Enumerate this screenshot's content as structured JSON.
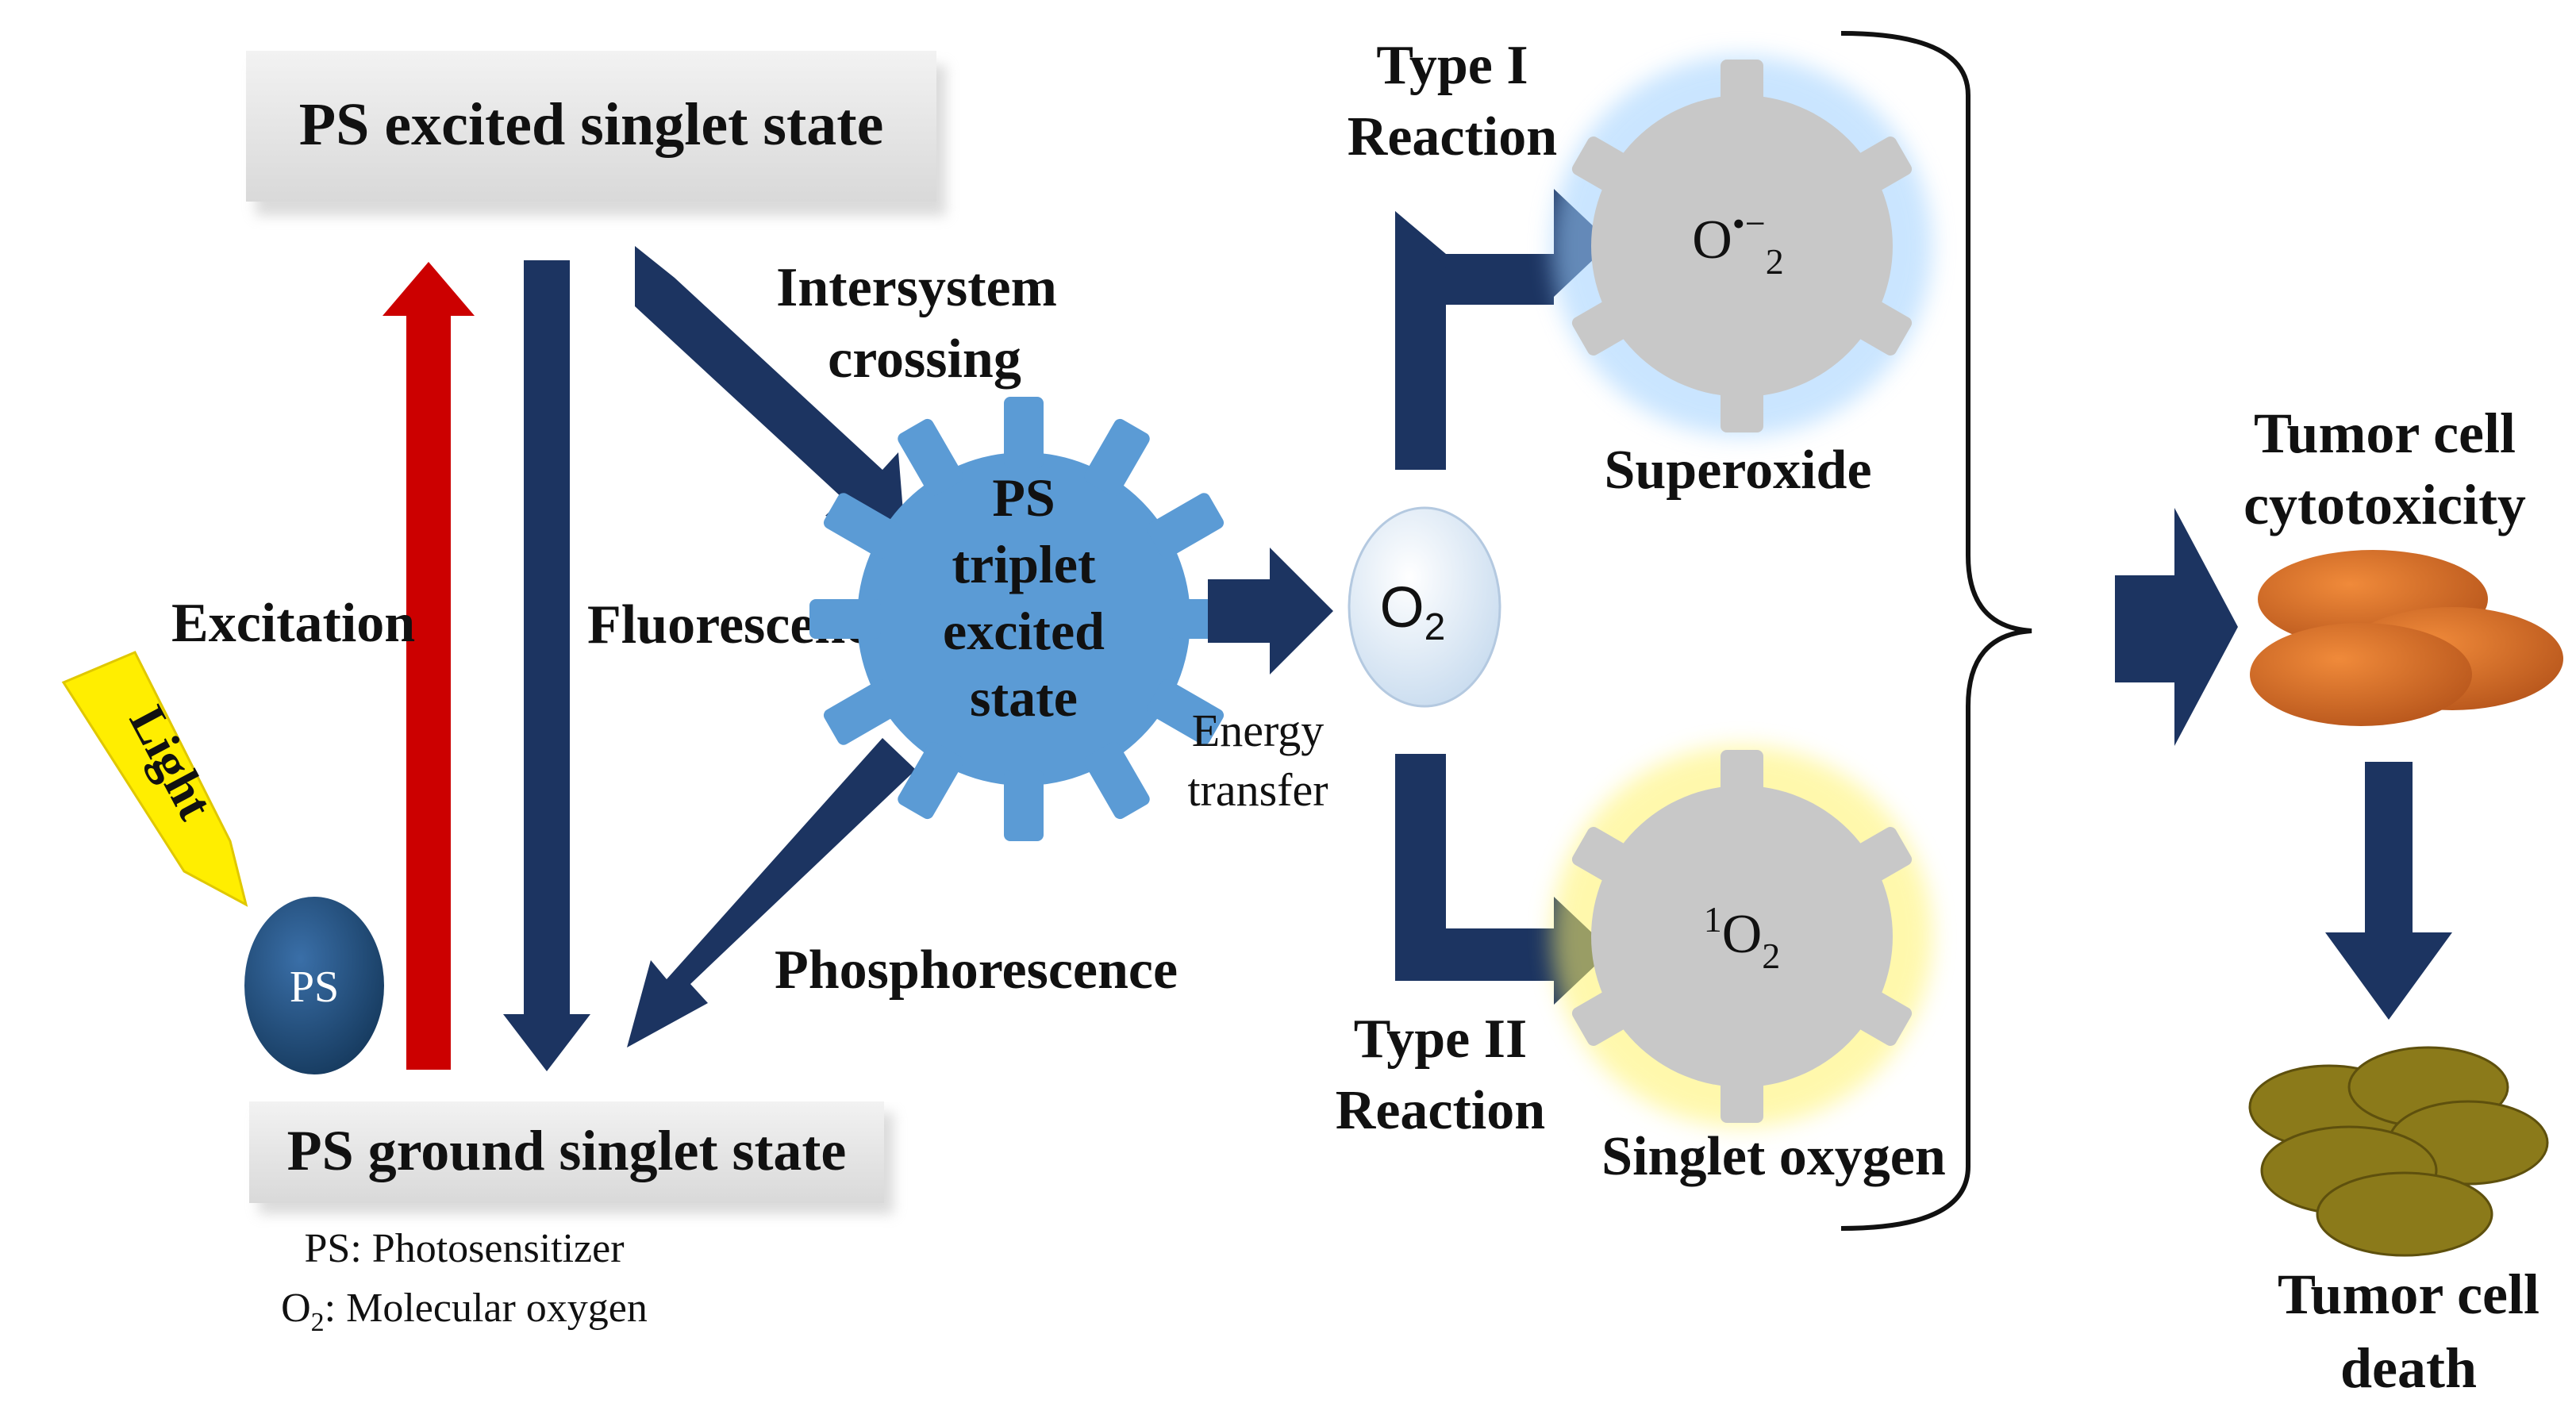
{
  "states": {
    "excited_singlet": "PS excited singlet state",
    "ground_singlet": "PS ground singlet state",
    "triplet_line1": "PS",
    "triplet_line2": "triplet",
    "triplet_line3": "excited",
    "triplet_line4": "state"
  },
  "processes": {
    "excitation": "Excitation",
    "fluorescence": "Fluorescence",
    "isc_line1": "Intersystem",
    "isc_line2": "crossing",
    "phosphorescence": "Phosphorescence",
    "energy_line1": "Energy",
    "energy_line2": "transfer",
    "light": "Light"
  },
  "molecules": {
    "ps": "PS",
    "o2": "O",
    "o2_sub": "2",
    "superoxide_base": "O",
    "superoxide_sup": "•−",
    "superoxide_sub": "2",
    "singlet_sup": "1",
    "singlet_base": "O",
    "singlet_sub": "2"
  },
  "reactions": {
    "type1_line1": "Type I",
    "type1_line2": "Reaction",
    "type2_line1": "Type II",
    "type2_line2": "Reaction",
    "superoxide": "Superoxide",
    "singlet_oxygen": "Singlet oxygen"
  },
  "outcomes": {
    "cytotoxicity_line1": "Tumor cell",
    "cytotoxicity_line2": "cytotoxicity",
    "death_line1": "Tumor cell",
    "death_line2": "death"
  },
  "legend": {
    "ps_abbr": "PS: Photosensitizer",
    "o2_base": "O",
    "o2_sub": "2",
    "o2_rest": ": Molecular oxygen"
  },
  "colors": {
    "navy_arrow": "#1c3461",
    "red_arrow": "#cc0000",
    "light_yellow": "#ffee00",
    "triplet_blue": "#5b9bd5",
    "ps_ball": "#1f4e79",
    "cell_orange": "#d2691e",
    "dead_cell": "#8b7a1a",
    "gear_gray": "#c8c8c8"
  }
}
